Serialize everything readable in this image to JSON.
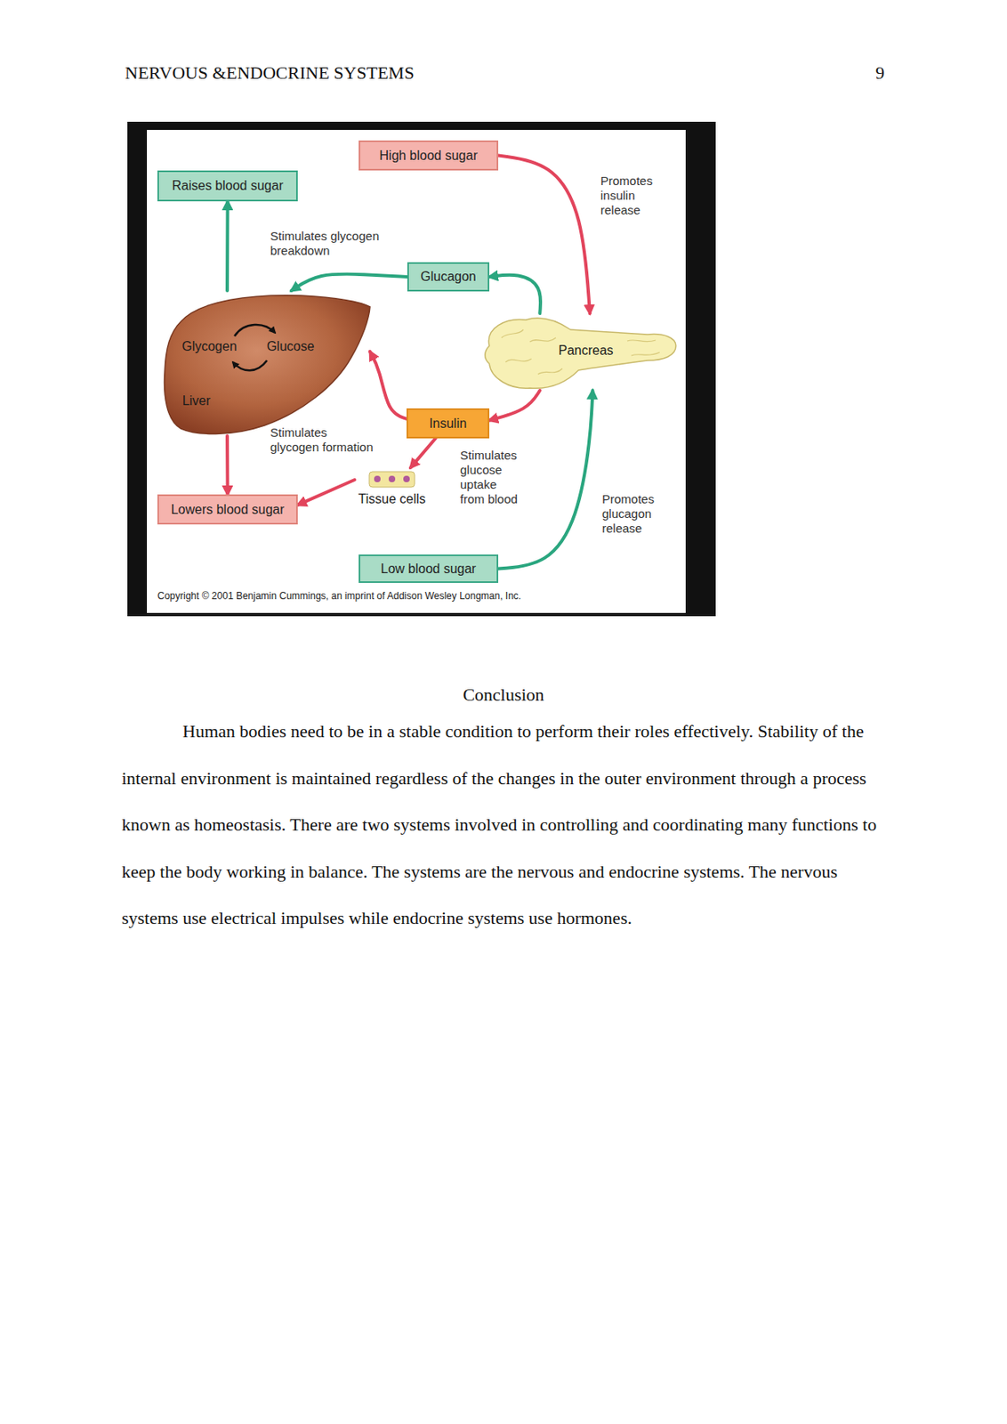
{
  "diagram": {
    "nodes": [
      {
        "text": [
          "High blood sugar"
        ]
      },
      {
        "text": [
          "Raises blood sugar"
        ]
      },
      {
        "text": [
          "Glucagon"
        ]
      },
      {
        "text": [
          "Glycogen",
          "Glucose",
          "Liver"
        ]
      },
      {
        "text": [
          "Pancreas"
        ]
      },
      {
        "text": [
          "Insulin"
        ]
      },
      {
        "text": [
          "Tissue cells"
        ]
      },
      {
        "text": [
          "Lowers blood sugar"
        ]
      },
      {
        "text": [
          "Low blood sugar"
        ]
      }
    ],
    "edges": [
      {
        "from": 0,
        "to": 4,
        "arrow": "to",
        "label": "Promotes insulin release"
      },
      {
        "from": 4,
        "to": 2,
        "arrow": "to"
      },
      {
        "from": 2,
        "to": 3,
        "arrow": "to",
        "label": "Stimulates glycogen breakdown"
      },
      {
        "from": 3,
        "to": 1,
        "arrow": "to"
      },
      {
        "from": 4,
        "to": 5,
        "arrow": "to"
      },
      {
        "from": 5,
        "to": 3,
        "arrow": "to",
        "label": "Stimulates glycogen formation"
      },
      {
        "from": 5,
        "to": 6,
        "arrow": "to",
        "label": "Stimulates glucose uptake from blood"
      },
      {
        "from": 6,
        "to": 7,
        "arrow": "to"
      },
      {
        "from": 3,
        "to": 7,
        "arrow": "to"
      },
      {
        "from": 8,
        "to": 4,
        "arrow": "to",
        "label": "Promotes glucagon release"
      }
    ],
    "labels": [
      "NERVOUS &ENDOCRINE SYSTEMS",
      "9",
      "Copyright © 2001 Benjamin Cummings, an imprint of Addison Wesley Longman, Inc.",
      "Conclusion",
      "Human bodies need to be in a stable condition to perform their roles effectively. Stability of the internal environment is maintained regardless of the changes in the outer environment through a process known as homeostasis. There are two systems involved in controlling and coordinating many functions to keep the body working in balance. The systems are the nervous and endocrine systems. The nervous systems use electrical impulses while endocrine systems use hormones."
    ]
  }
}
